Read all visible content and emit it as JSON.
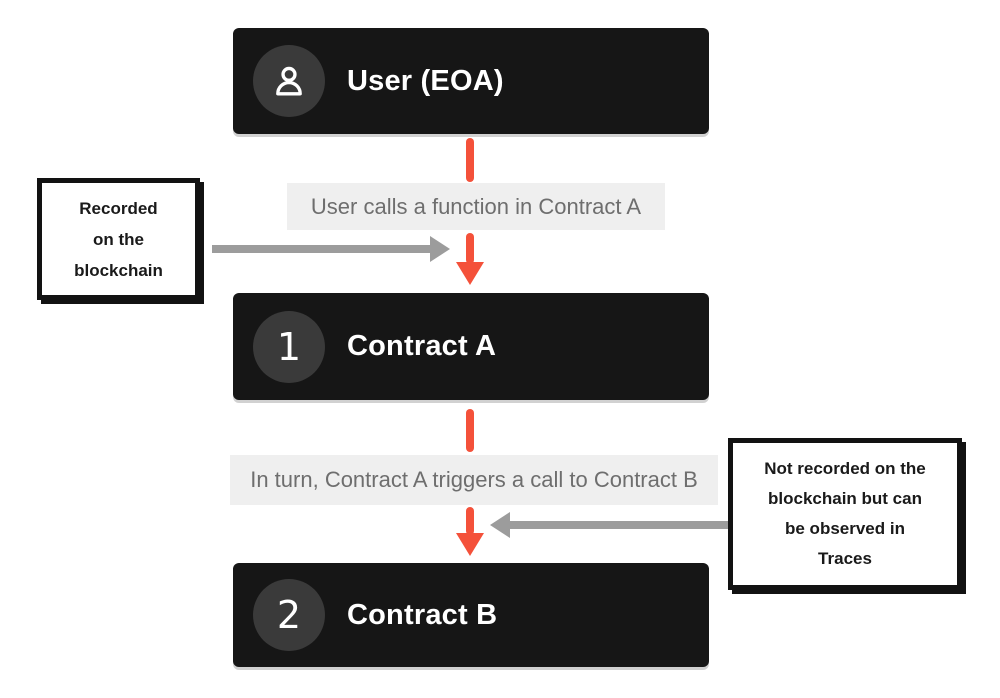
{
  "diagram": {
    "title_hint": "Contract call flow diagram",
    "nodes": [
      {
        "label": "User (EOA)",
        "icon": "user-icon"
      },
      {
        "label": "Contract A",
        "badge": "1"
      },
      {
        "label": "Contract B",
        "badge": "2"
      }
    ],
    "flow_labels": [
      "User calls a function in Contract A",
      "In turn, Contract A triggers a call to Contract B"
    ],
    "callouts": [
      {
        "side": "left",
        "text": "Recorded\non the\nblockchain"
      },
      {
        "side": "right",
        "text": "Not recorded on the\nblockchain but can\nbe observed in\nTraces"
      }
    ],
    "colors": {
      "node_background": "#161616",
      "badge_background": "#3a3a3a",
      "node_text": "#ffffff",
      "flow_arrow": "#f4513a",
      "annotation_arrow": "#9c9c9c",
      "flow_label_background": "#efefef",
      "flow_label_text": "#6e6e6e",
      "callout_border": "#121212",
      "page_background": "#ffffff"
    }
  }
}
